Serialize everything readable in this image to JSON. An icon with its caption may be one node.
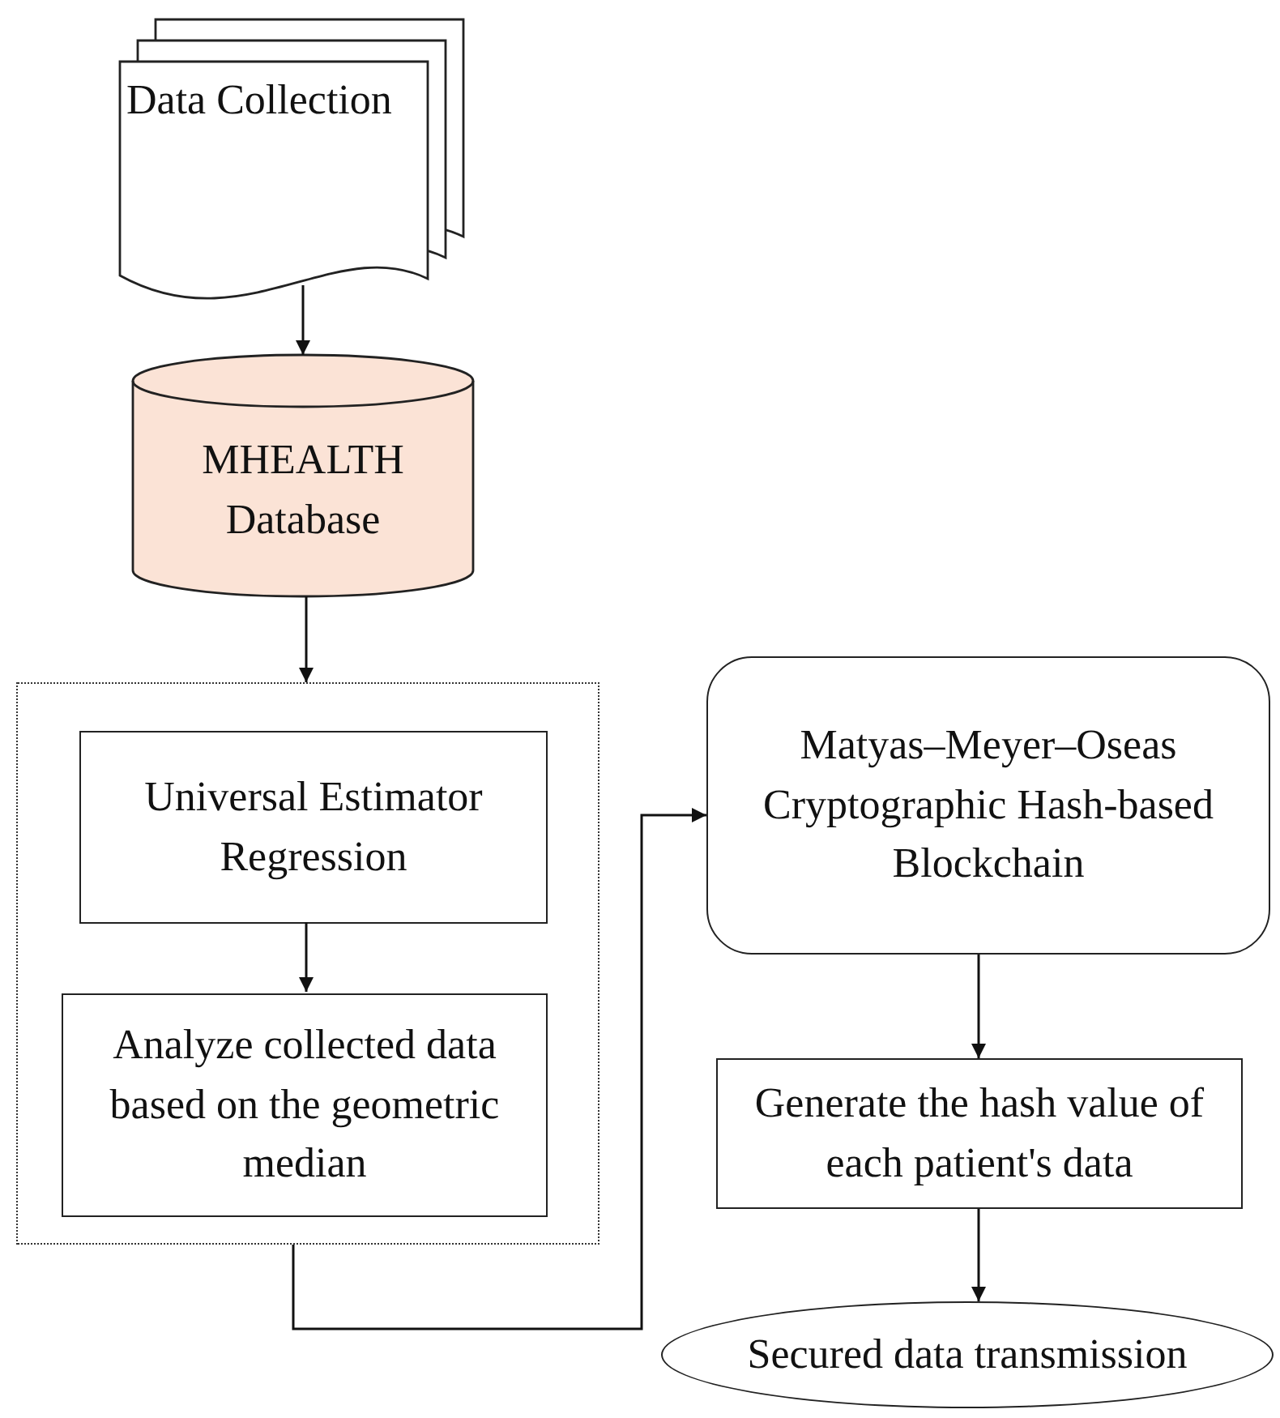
{
  "diagram": {
    "nodes": [
      {
        "text": [
          "Data Collection"
        ]
      },
      {
        "text": [
          "MHEALTH Database"
        ]
      },
      {
        "text": [],
        "shape": "box"
      },
      {
        "text": [
          "Universal Estimator Regression"
        ],
        "in": 2
      },
      {
        "text": [
          "Analyze collected data based on the geometric median"
        ],
        "in": 2
      },
      {
        "text": [
          "Matyas–Meyer–Oseas Cryptographic Hash-based Blockchain"
        ]
      },
      {
        "text": [
          "Generate the hash value of each patient's data"
        ]
      },
      {
        "text": [
          "Secured data transmission"
        ]
      }
    ],
    "edges": [
      {
        "from": 0,
        "to": 1,
        "arrow": "to"
      },
      {
        "from": 1,
        "to": 2,
        "arrow": "to"
      },
      {
        "from": 3,
        "to": 4,
        "arrow": "to"
      },
      {
        "from": 2,
        "to": 5,
        "arrow": "to"
      },
      {
        "from": 5,
        "to": 6,
        "arrow": "to"
      },
      {
        "from": 6,
        "to": 7,
        "arrow": "to"
      }
    ]
  }
}
